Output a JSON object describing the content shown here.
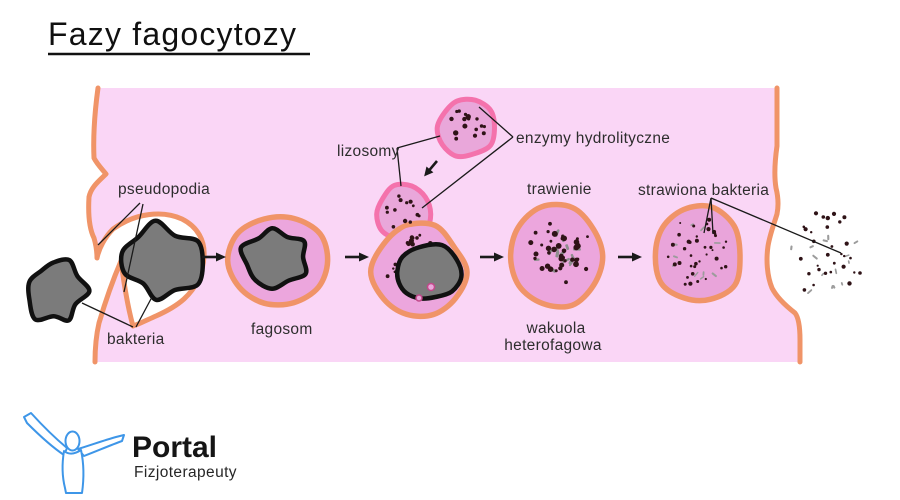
{
  "title": "Fazy fagocytozy",
  "labels": {
    "pseudopodia": "pseudopodia",
    "bakteria": "bakteria",
    "fagosom": "fagosom",
    "lizosomy": "lizosomy",
    "enzymy_hydrolityczne": "enzymy hydrolityczne",
    "trawienie": "trawienie",
    "wakuola_line1": "wakuola",
    "wakuola_line2": "heterofagowa",
    "strawiona_bakteria": "strawiona bakteria"
  },
  "logo": {
    "title": "Portal",
    "subtitle": "Fizjoterapeuty"
  },
  "colors": {
    "cell_fill": "#FAD6F6",
    "cell_membrane": "#F09468",
    "lysosome_border": "#F472AC",
    "lysosome_fill": "#E9A7DA",
    "vacuole_fill": "#ECA6DD",
    "bacterium_gray": "#7B7B7B",
    "granule_dark": "#2F1317",
    "debris_gray": "#8E8E8E",
    "logo_blue": "#3E96E8",
    "label_text": "#2D2D2D"
  }
}
